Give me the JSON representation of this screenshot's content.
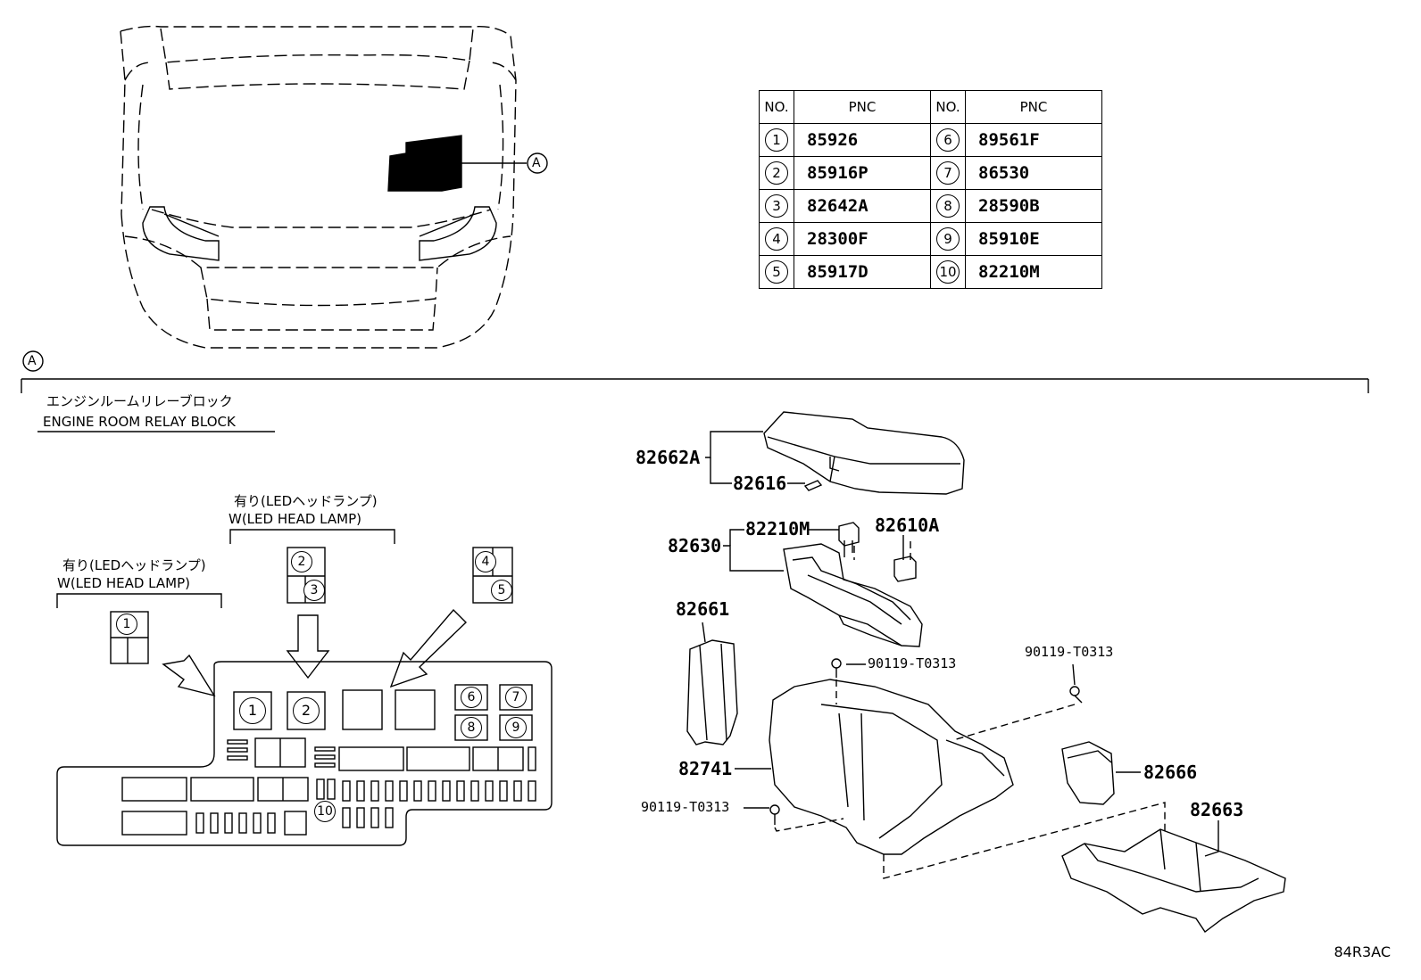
{
  "callout_A": "A",
  "section_A_label": "A",
  "header": {
    "jp": "エンジンルームリレーブロック",
    "en": "ENGINE ROOM RELAY BLOCK"
  },
  "variant_left": {
    "jp": "有り(LEDヘッドランプ)",
    "en": "W(LED HEAD LAMP)"
  },
  "variant_mid": {
    "jp": "有り(LEDヘッドランプ)",
    "en": "W(LED HEAD LAMP)"
  },
  "pnc_table": {
    "header": {
      "no": "NO.",
      "pnc": "PNC"
    },
    "rows": [
      {
        "no_a": "1",
        "pnc_a": "85926",
        "no_b": "6",
        "pnc_b": "89561F"
      },
      {
        "no_a": "2",
        "pnc_a": "85916P",
        "no_b": "7",
        "pnc_b": "86530"
      },
      {
        "no_a": "3",
        "pnc_a": "82642A",
        "no_b": "8",
        "pnc_b": "28590B"
      },
      {
        "no_a": "4",
        "pnc_a": "28300F",
        "no_b": "9",
        "pnc_b": "85910E"
      },
      {
        "no_a": "5",
        "pnc_a": "85917D",
        "no_b": "10",
        "pnc_b": "82210M"
      }
    ]
  },
  "relay_layout_numbers": {
    "n1": "1",
    "n2": "2",
    "n3": "3",
    "n4": "4",
    "n5": "5",
    "n6": "6",
    "n7": "7",
    "n8": "8",
    "n9": "9",
    "n10": "10"
  },
  "part_labels": {
    "p82662A": "82662A",
    "p82616": "82616",
    "p82210M": "82210M",
    "p82610A": "82610A",
    "p82630": "82630",
    "p82661": "82661",
    "p90119_1": "90119-T0313",
    "p90119_2": "90119-T0313",
    "p82741": "82741",
    "p90119_3": "90119-T0313",
    "p82666": "82666",
    "p82663": "82663"
  },
  "diagram_code": "84R3AC"
}
